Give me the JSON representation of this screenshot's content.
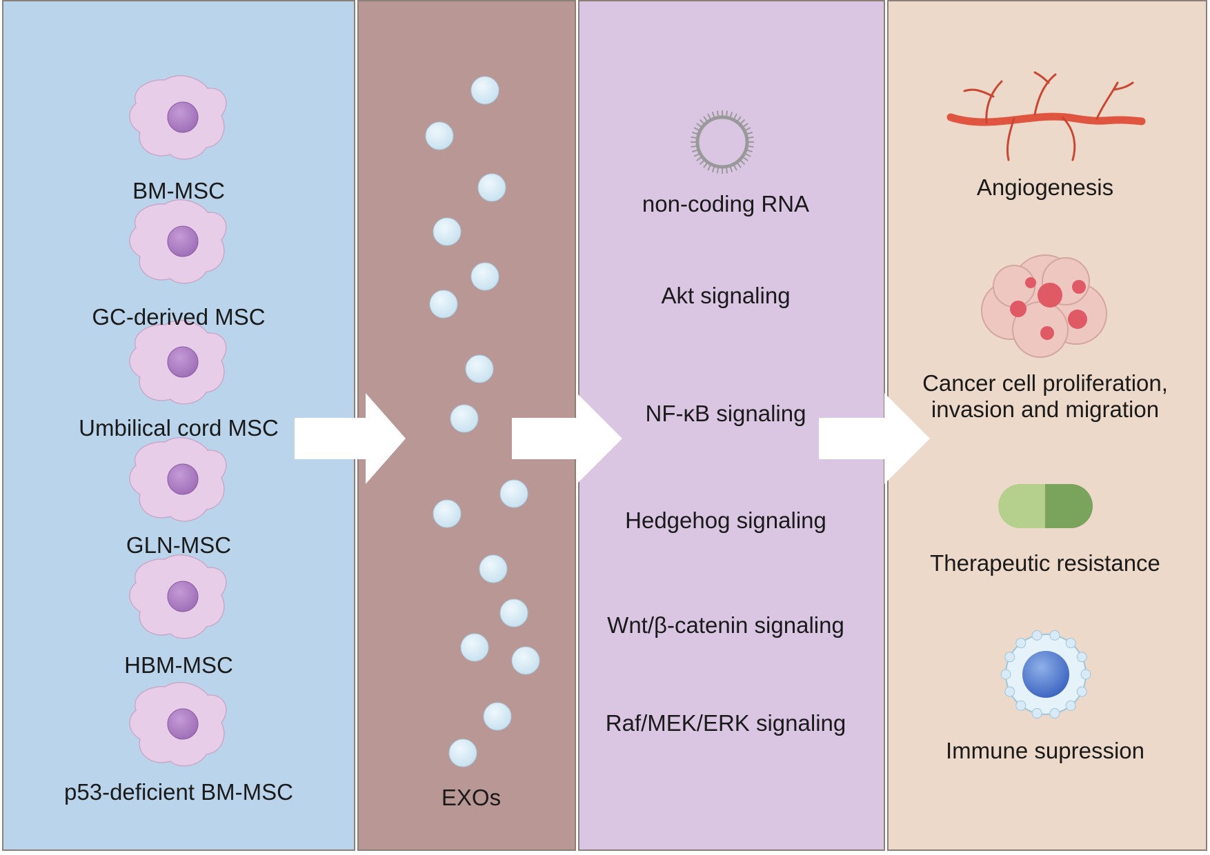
{
  "colors": {
    "sources_panel": "#bad5eb",
    "exos_panel": "#b89795",
    "signaling_panel": "#dac6e2",
    "outcomes_panel": "#ecd9c9",
    "cell_body": "#e8cde8",
    "cell_nucleus": "#a070b8",
    "vesicle": "#c9e2f0",
    "arrow": "#ffffff"
  },
  "sources": {
    "items": [
      {
        "label": "BM-MSC",
        "icon": "msc-cell-icon"
      },
      {
        "label": "GC-derived MSC",
        "icon": "msc-cell-icon"
      },
      {
        "label": "Umbilical cord MSC",
        "icon": "msc-cell-icon"
      },
      {
        "label": "GLN-MSC",
        "icon": "msc-cell-icon"
      },
      {
        "label": "HBM-MSC",
        "icon": "msc-cell-icon"
      },
      {
        "label": "p53-deficient BM-MSC",
        "icon": "msc-cell-icon"
      }
    ]
  },
  "exos": {
    "label": "EXOs",
    "icon": "exosome-vesicle-icon"
  },
  "signaling": {
    "icon": "non-coding-rna-vesicle-icon",
    "items": [
      "non-coding RNA",
      "Akt signaling",
      "NF-κB signaling",
      "Hedgehog signaling",
      "Wnt/β-catenin signaling",
      "Raf/MEK/ERK signaling"
    ]
  },
  "outcomes": {
    "items": [
      {
        "label": "Angiogenesis",
        "icon": "blood-vessel-icon"
      },
      {
        "label": "Cancer cell proliferation, invasion and migration",
        "icon": "cancer-cell-cluster-icon"
      },
      {
        "label": "Therapeutic resistance",
        "icon": "capsule-icon"
      },
      {
        "label": "Immune supression",
        "icon": "immune-cell-icon"
      }
    ]
  }
}
